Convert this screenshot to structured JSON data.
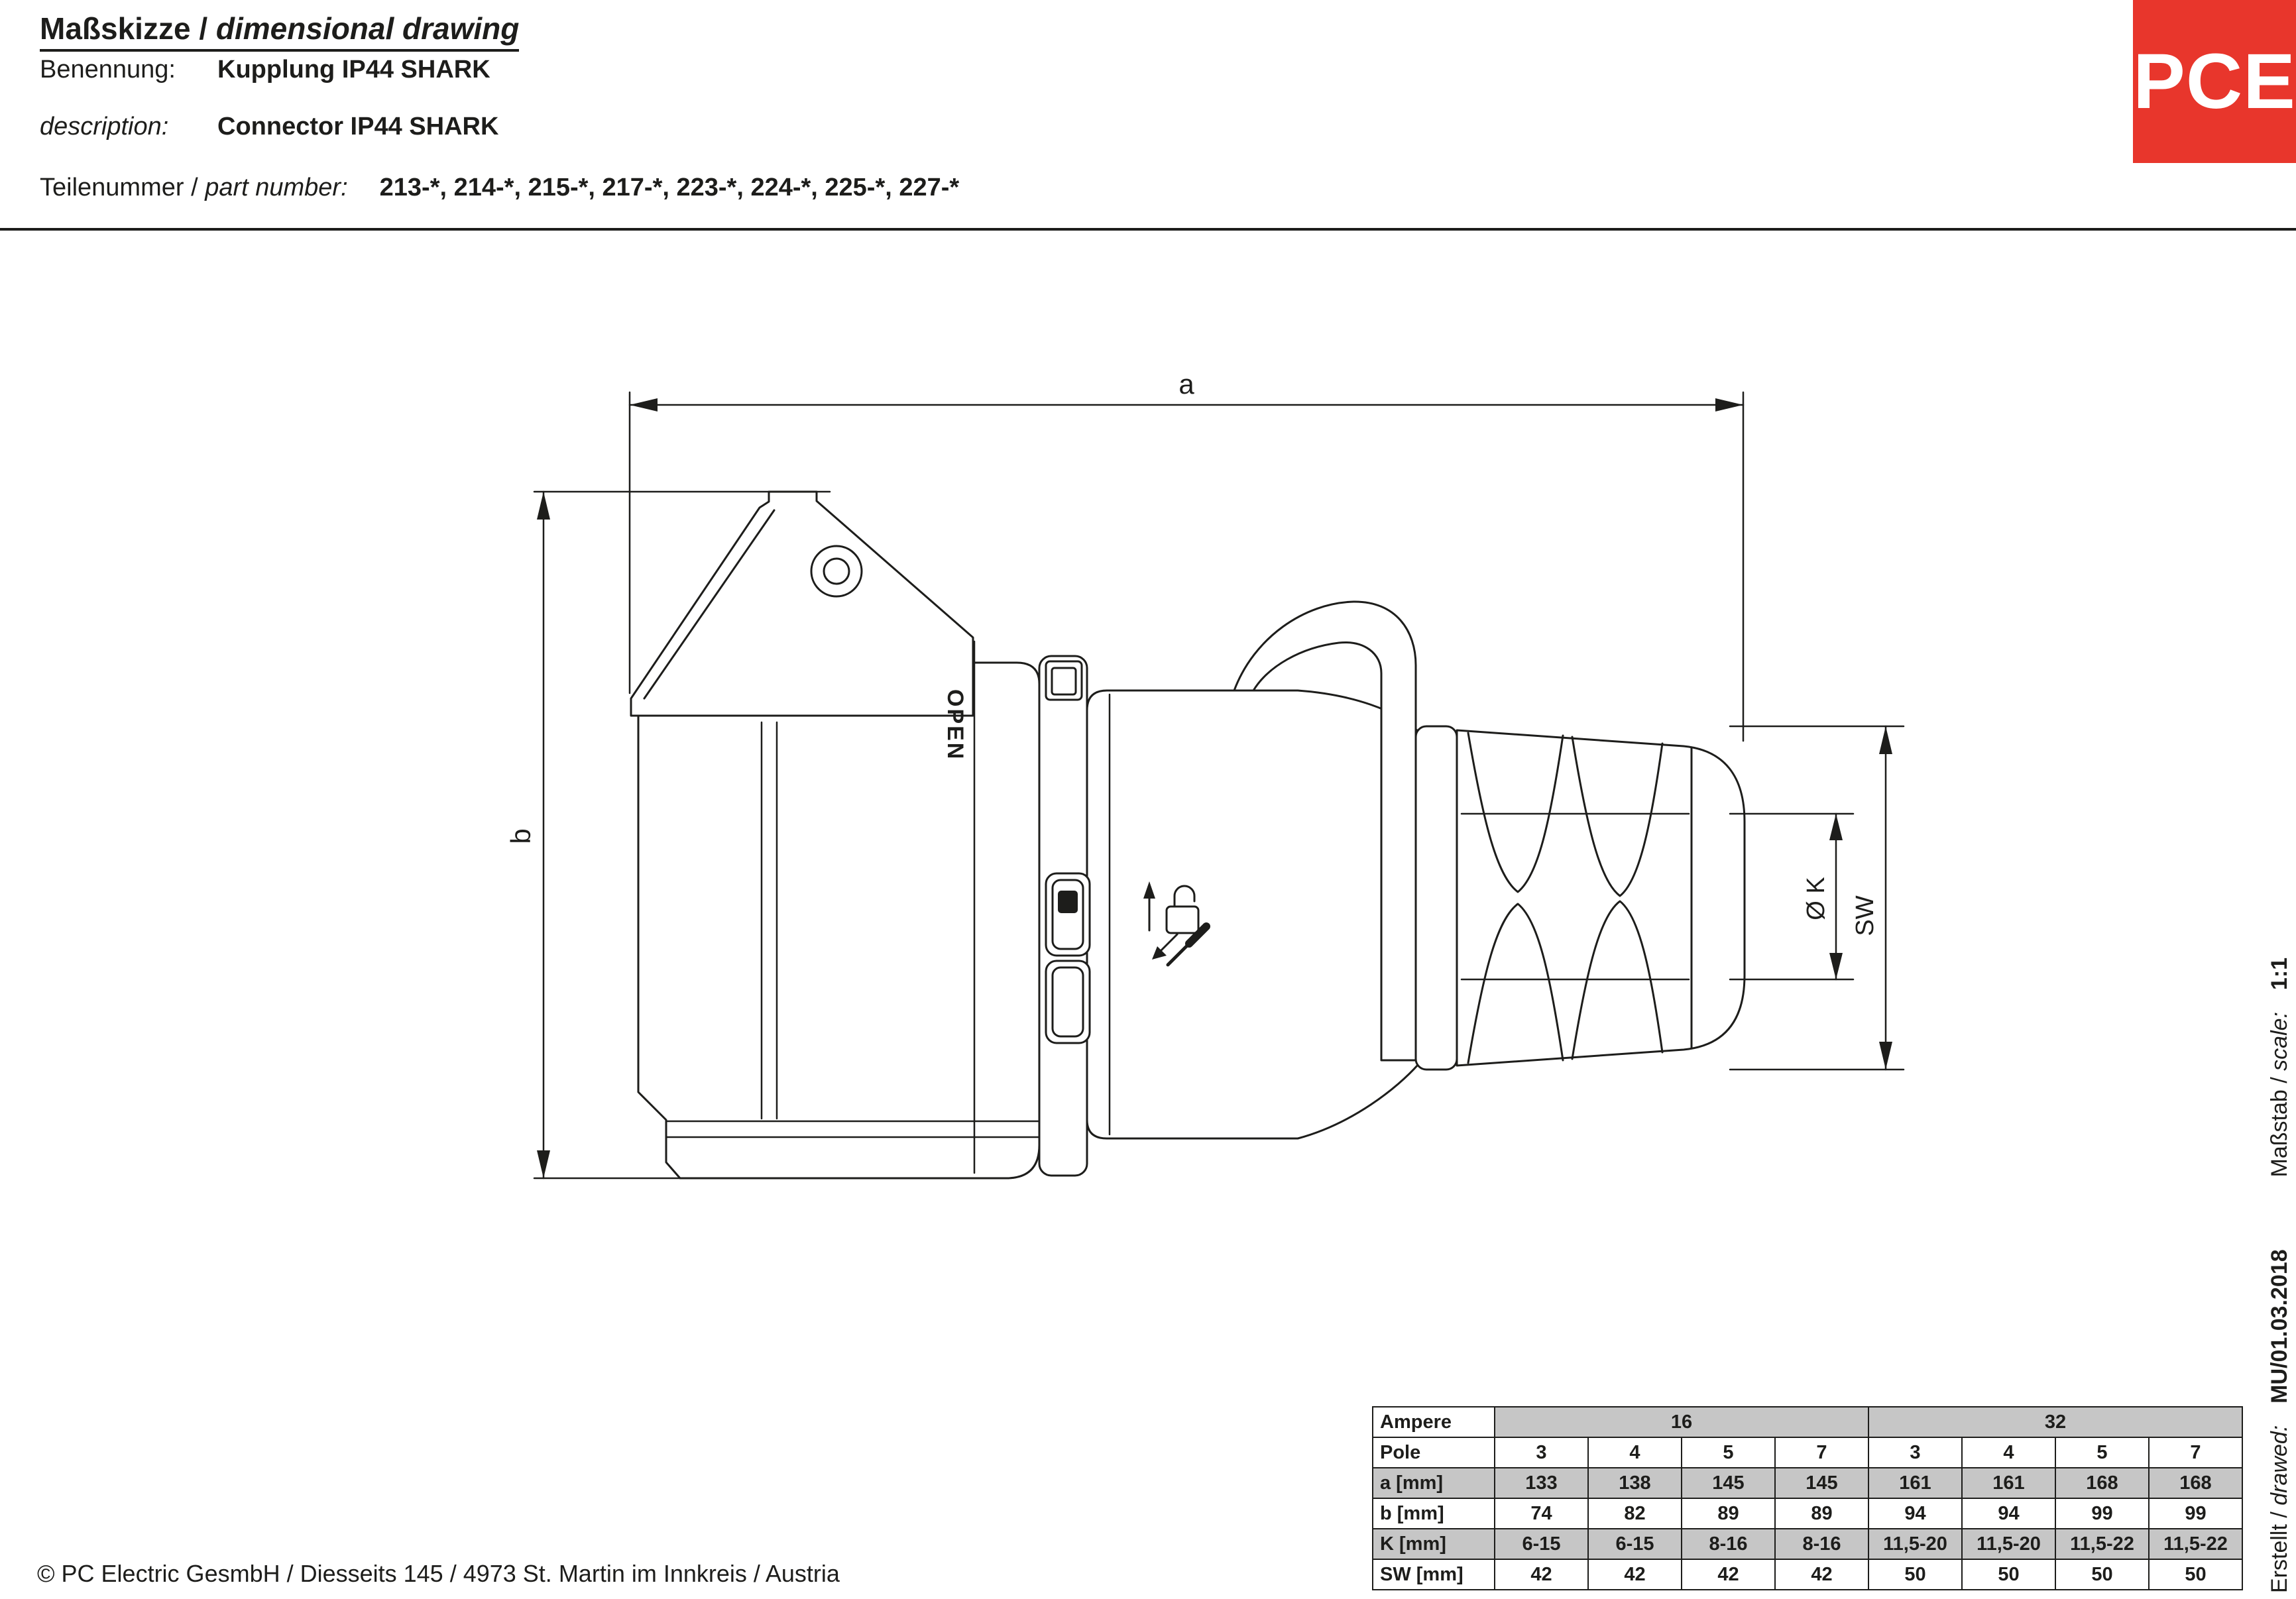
{
  "meta": {
    "line_color": "#1d1d1b",
    "accent_red": "#e8362c",
    "table_shade": "#c6c6c6"
  },
  "header": {
    "title_de": "Maßskizze",
    "title_separator": "/",
    "title_en": "dimensional drawing",
    "name_label": "Benennung:",
    "name_value": "Kupplung IP44 SHARK",
    "description_label": "description:",
    "description_value": "Connector IP44 SHARK",
    "part_label_de": "Teilenummer /",
    "part_label_en": "part number:",
    "part_value": "213-*, 214-*, 215-*, 217-*, 223-*, 224-*, 225-*, 227-*",
    "logo_text": "PCE"
  },
  "drawing": {
    "dim_a_label": "a",
    "dim_b_label": "b",
    "dim_k_label": "Ø K",
    "dim_sw_label": "SW",
    "open_label": "OPEN"
  },
  "table": {
    "ampere_label": "Ampere",
    "ampere_groups": [
      "16",
      "32"
    ],
    "pole_label": "Pole",
    "pole_values": [
      "3",
      "4",
      "5",
      "7",
      "3",
      "4",
      "5",
      "7"
    ],
    "rows": [
      {
        "label": "a [mm]",
        "values": [
          "133",
          "138",
          "145",
          "145",
          "161",
          "161",
          "168",
          "168"
        ]
      },
      {
        "label": "b [mm]",
        "values": [
          "74",
          "82",
          "89",
          "89",
          "94",
          "94",
          "99",
          "99"
        ]
      },
      {
        "label": "K [mm]",
        "values": [
          "6-15",
          "6-15",
          "8-16",
          "8-16",
          "11,5-20",
          "11,5-20",
          "11,5-22",
          "11,5-22"
        ]
      },
      {
        "label": "SW [mm]",
        "values": [
          "42",
          "42",
          "42",
          "42",
          "50",
          "50",
          "50",
          "50"
        ]
      }
    ]
  },
  "footer": {
    "copyright": "© PC Electric GesmbH / Diesseits 145 / 4973 St. Martin im Innkreis / Austria",
    "created_label_de": "Erstellt /",
    "created_label_en": "drawed:",
    "created_value": "MU/01.03.2018",
    "scale_label_de": "Maßstab /",
    "scale_label_en": "scale:",
    "scale_value": "1:1"
  }
}
